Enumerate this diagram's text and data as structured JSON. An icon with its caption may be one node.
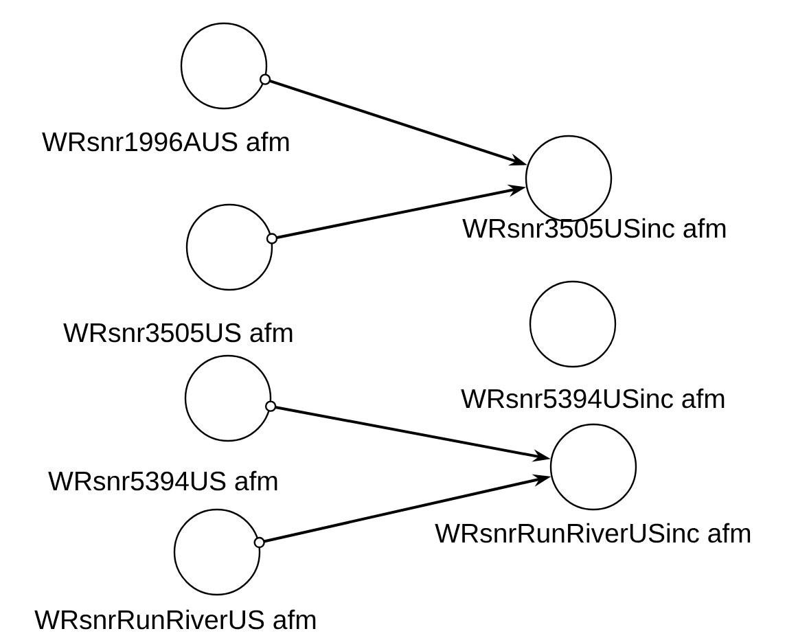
{
  "diagram": {
    "nodes": [
      {
        "text": [
          "WRsnr1996AUS afm"
        ]
      },
      {
        "text": [
          "WRsnr3505USinc afm"
        ]
      },
      {
        "text": [
          "WRsnr3505US afm"
        ]
      },
      {
        "text": [
          "WRsnr5394USinc afm"
        ]
      },
      {
        "text": [
          "WRsnr5394US afm"
        ]
      },
      {
        "text": [
          "WRsnrRunRiverUSinc afm"
        ]
      },
      {
        "text": [
          "WRsnrRunRiverUS afm"
        ]
      }
    ],
    "edges": [
      {
        "from": 0,
        "to": 1,
        "arrow": "to"
      },
      {
        "from": 2,
        "to": 1,
        "arrow": "to"
      },
      {
        "from": 4,
        "to": 5,
        "arrow": "to"
      },
      {
        "from": 6,
        "to": 5,
        "arrow": "to"
      }
    ]
  }
}
